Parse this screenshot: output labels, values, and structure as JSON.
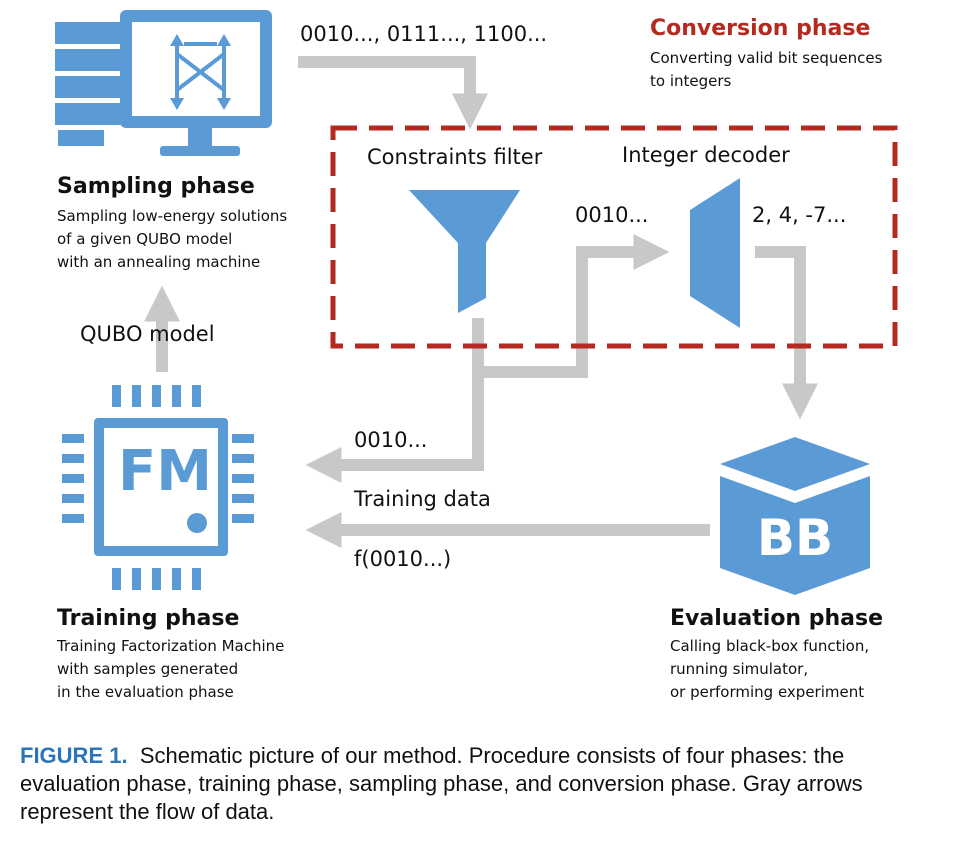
{
  "flow": {
    "bit_samples": "0010..., 0111..., 1100...",
    "bits_to_decoder": "0010...",
    "decoded_ints": "2, 4, -7...",
    "training_bits": "0010...",
    "training_data": "Training data",
    "training_value": "f(0010...)",
    "qubo_model": "QUBO model"
  },
  "conversion": {
    "title": "Conversion phase",
    "desc_lines": [
      "Converting valid bit sequences",
      "to integers"
    ],
    "filter_label": "Constraints filter",
    "decoder_label": "Integer decoder"
  },
  "sampling": {
    "title": "Sampling phase",
    "desc_lines": [
      "Sampling low-energy solutions",
      "of a given QUBO model",
      "with an annealing machine"
    ]
  },
  "training": {
    "title": "Training phase",
    "desc_lines": [
      "Training Factorization Machine",
      "with samples generated",
      "in the evaluation phase"
    ],
    "chip_text": "FM"
  },
  "evaluation": {
    "title": "Evaluation phase",
    "desc_lines": [
      "Calling black-box function,",
      "running simulator,",
      "or performing experiment"
    ],
    "box_text": "BB"
  },
  "caption": {
    "label": "FIGURE 1.",
    "text": "Schematic picture of our method. Procedure consists of four phases: the evaluation phase, training phase, sampling phase, and conversion phase. Gray arrows represent the flow of data."
  },
  "colors": {
    "blue": "#5b9bd5",
    "gray": "#c8c8c8",
    "red": "#b52a20"
  },
  "icons": [
    "computer-icon",
    "funnel-icon",
    "decoder-icon",
    "chip-icon",
    "cube-icon"
  ]
}
